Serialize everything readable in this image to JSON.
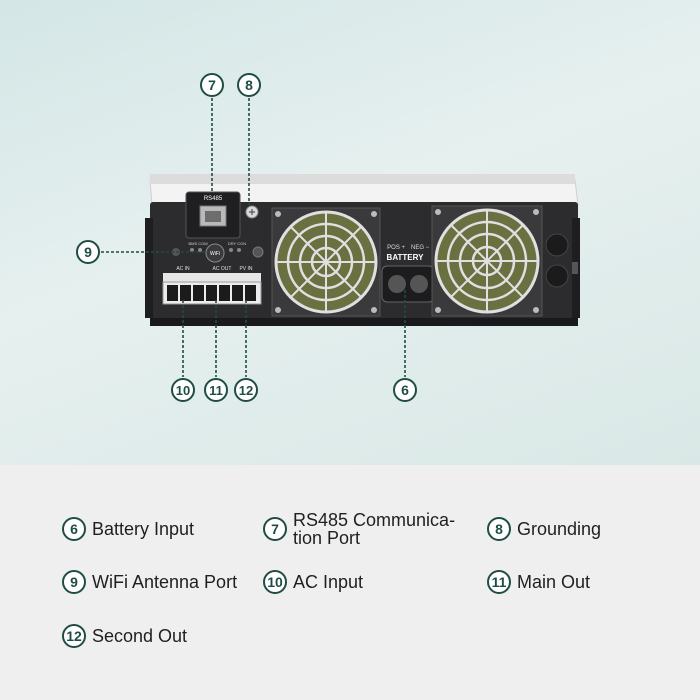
{
  "device": {
    "port_label_rs485": "RS485",
    "port_label_wifi": "WiFi",
    "port_label_ac_in": "AC IN",
    "port_label_ac_out": "AC OUT",
    "port_label_pv_in": "PV IN",
    "battery_label": "BATTERY",
    "battery_pos": "POS +",
    "battery_neg": "NEG −",
    "small_label_left": "BMS COM",
    "small_label_right": "DRY CON"
  },
  "callouts": {
    "c6": "6",
    "c7": "7",
    "c8": "8",
    "c9": "9",
    "c10": "10",
    "c11": "11",
    "c12": "12"
  },
  "legend": [
    {
      "number": "6",
      "label": "Battery Input"
    },
    {
      "number": "7",
      "label": "RS485 Communica-\ntion Port"
    },
    {
      "number": "8",
      "label": "Grounding"
    },
    {
      "number": "9",
      "label": "WiFi Antenna Port"
    },
    {
      "number": "10",
      "label": "AC Input"
    },
    {
      "number": "11",
      "label": "Main Out"
    },
    {
      "number": "12",
      "label": "Second Out"
    }
  ],
  "colors": {
    "accent": "#1f4d45",
    "device_body": "#2e2e30",
    "device_top": "#ececec"
  }
}
